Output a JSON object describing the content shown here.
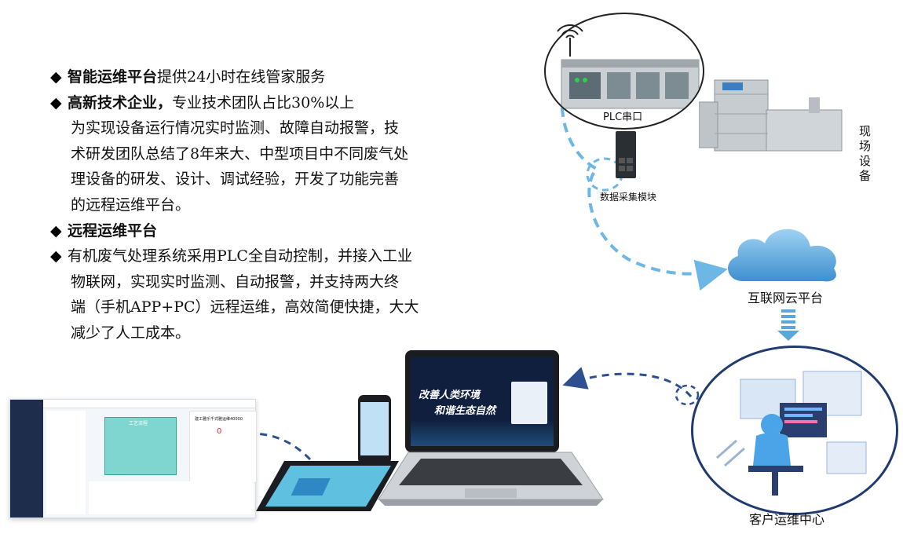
{
  "text": {
    "line1_bold": "智能运维平台",
    "line1_rest": "提供24小时在线管家服务",
    "line2_bold": "高新技术企业，",
    "line2_rest": "专业技术团队占比30%以上",
    "para1": [
      "为实现设备运行情况实时监测、故障自动报警，技",
      "术研发团队总结了8年来大、中型项目中不同废气处",
      "理设备的研发、设计、调试经验，开发了功能完善",
      "的远程运维平台。"
    ],
    "line3_bold": "远程运维平台",
    "para2": [
      "有机废气处理系统采用PLC全自动控制，并接入工业",
      "物联网，实现实时监测、自动报警，并支持两大终",
      "端（手机APP+PC）远程运维，高效简便快捷，大大",
      "减少了人工成本。"
    ]
  },
  "diagram": {
    "plc_label": "PLC串口",
    "module_label": "数据采集模块",
    "site_label": "现场设备",
    "cloud_label": "互联网云平台",
    "customer_label": "客户运维中心",
    "laptop_slogan1": "改善人类环境",
    "laptop_slogan2": "和谐生态自然",
    "screen_title": "工艺流程",
    "panel_title": "建工雅乐千式雅运维40000",
    "panel_value": "0"
  },
  "colors": {
    "arrow": "#6db7e6",
    "cloud": "#5aa7dc",
    "dark_arrow": "#2e4f8f",
    "screen_bg": "#0f1f3d"
  }
}
